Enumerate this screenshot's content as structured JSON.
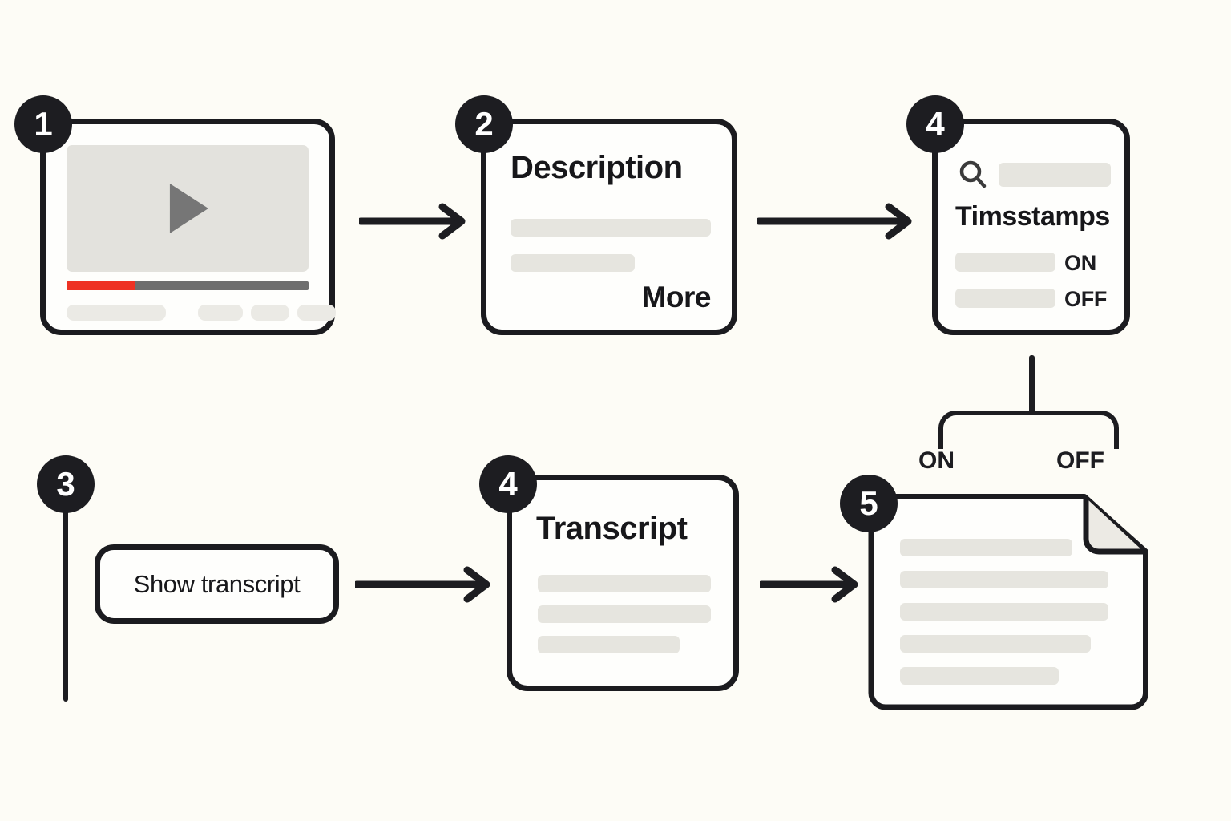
{
  "canvas": {
    "background": "#fdfcf6",
    "ink": "#1d1d21",
    "accent_red": "#ee3224",
    "placeholder_grey": "#e6e5df"
  },
  "steps": [
    {
      "number": "1",
      "name": "video-player"
    },
    {
      "number": "2",
      "name": "description-panel"
    },
    {
      "number": "4",
      "name": "timestamps-panel"
    },
    {
      "number": "3",
      "name": "show-transcript-step"
    },
    {
      "number": "4",
      "name": "transcript-panel"
    },
    {
      "number": "5",
      "name": "document-output"
    }
  ],
  "video_card": {
    "badge": "1",
    "play_icon": "play-triangle-icon",
    "progress_percent": 28,
    "progress_color": "#ee3224",
    "chips": 4
  },
  "description_card": {
    "badge": "2",
    "title": "Description",
    "more_label": "More",
    "placeholder_lines": 2
  },
  "timestamps_card": {
    "badge": "4",
    "search_icon": "magnifier-icon",
    "search_placeholder": "",
    "title": "Timsstamps",
    "rows": [
      {
        "label": "ON"
      },
      {
        "label": "OFF"
      }
    ]
  },
  "branch": {
    "left_label": "ON",
    "right_label": "OFF"
  },
  "transcript_button": {
    "badge": "3",
    "label": "Show transcript"
  },
  "transcript_card": {
    "badge": "4",
    "title": "Transcript",
    "placeholder_lines": 3
  },
  "document_card": {
    "badge": "5",
    "folded_corner": true,
    "placeholder_lines": 5
  },
  "arrows": [
    {
      "name": "arrow-video-to-description"
    },
    {
      "name": "arrow-description-to-timestamps"
    },
    {
      "name": "arrow-button-to-transcript"
    },
    {
      "name": "arrow-transcript-to-document"
    }
  ]
}
